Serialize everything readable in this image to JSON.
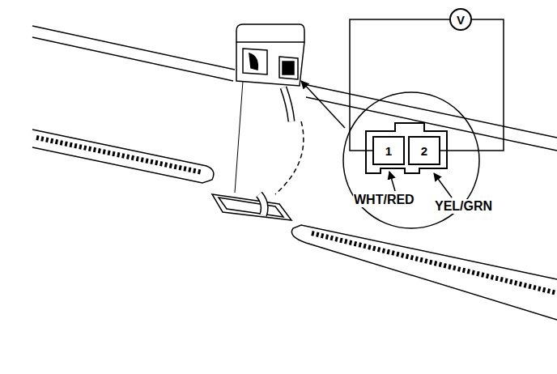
{
  "diagram": {
    "nodes": [
      {
        "text": [
          "V"
        ]
      },
      {
        "text": [
          "1"
        ]
      },
      {
        "text": [
          "2"
        ]
      }
    ],
    "edges": [
      {
        "from": 0,
        "to": 1,
        "arrow": "none"
      },
      {
        "from": 0,
        "to": 2,
        "arrow": "none"
      }
    ],
    "labels": [
      "WHT/RED",
      "YEL/GRN"
    ]
  }
}
